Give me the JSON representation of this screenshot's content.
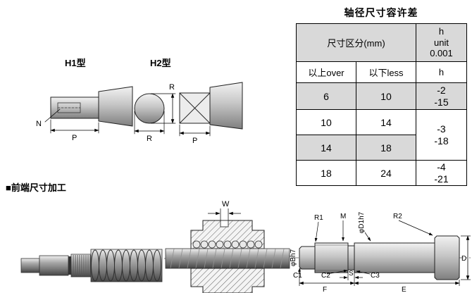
{
  "page": {
    "section_front_end": "■前端尺寸加工"
  },
  "colors": {
    "row_shade": "#d9d9d9",
    "line": "#000000"
  },
  "table": {
    "title": "轴径尺寸容许差",
    "header_size": "尺寸区分(mm)",
    "header_h": "h\nunit\n0.001",
    "subheader": {
      "over": "以上over",
      "less": "以下less",
      "h": "h"
    },
    "rows": [
      {
        "over": "6",
        "less": "10",
        "h": "-2\n-15"
      },
      {
        "over": "10",
        "less": "14",
        "h": "-3\n-18"
      },
      {
        "over": "14",
        "less": "18"
      },
      {
        "over": "18",
        "less": "24",
        "h": "-4\n-21"
      }
    ]
  },
  "diagram_types": {
    "h1_label": "H1型",
    "h2_label": "H2型",
    "h1_dims": {
      "n": "N",
      "p": "P"
    },
    "h2_dims": {
      "r_top": "R",
      "r_bottom": "R",
      "p": "P"
    }
  },
  "bottom_drawing": {
    "w": "W",
    "r1": "R1",
    "m": "M",
    "d1": "φD1h7",
    "r2": "R2",
    "b": "φBh7",
    "c1": "C1",
    "c2": "C2",
    "s": "S",
    "c3": "C3",
    "f": "F",
    "e": "E",
    "d": "D"
  }
}
